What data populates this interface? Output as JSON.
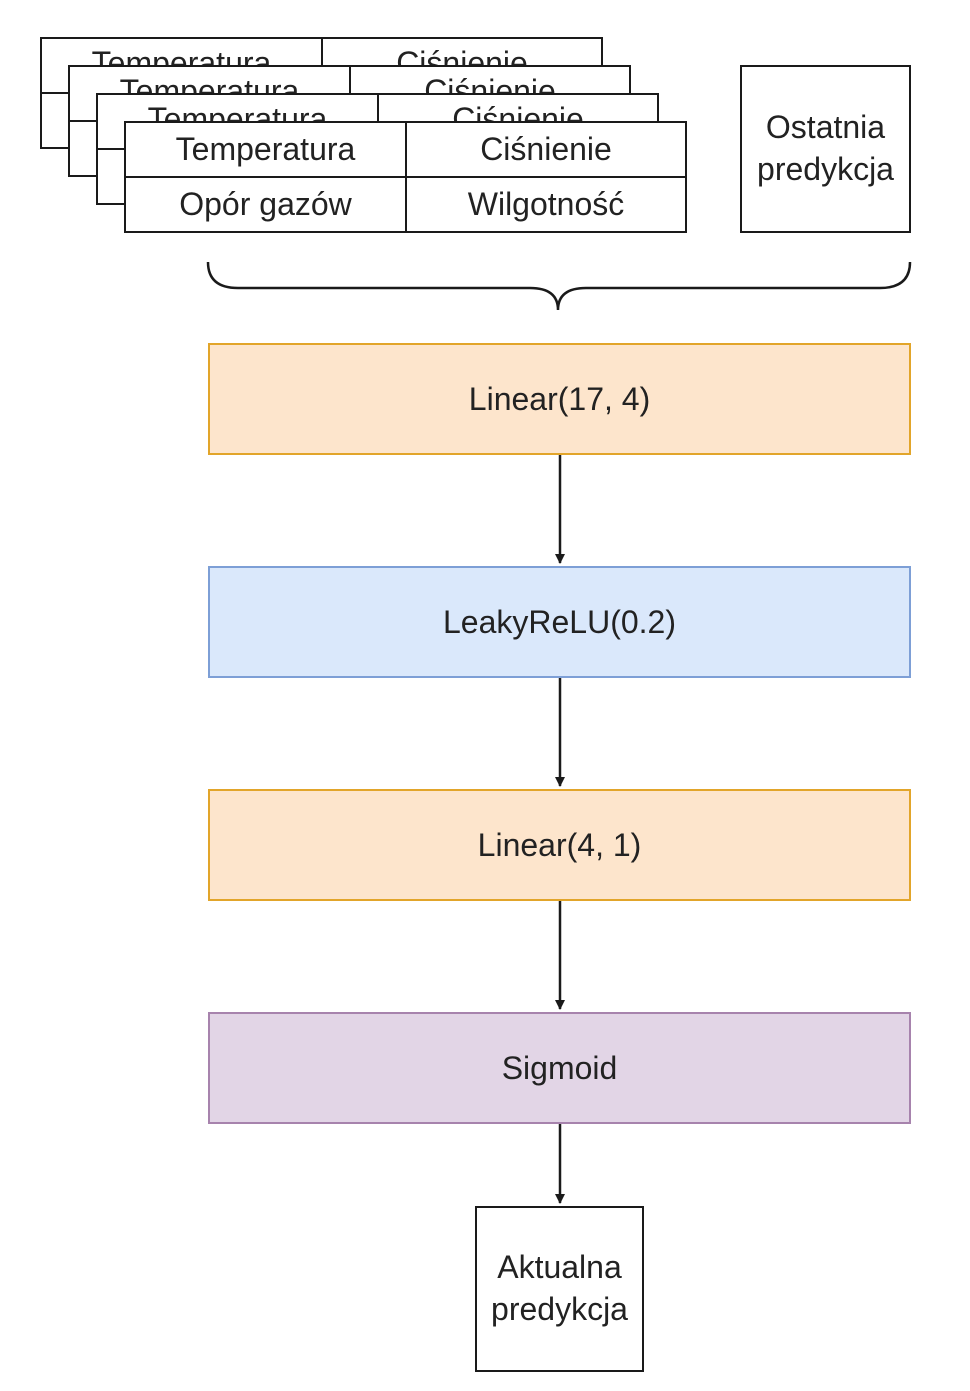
{
  "input_window": {
    "feature_labels": {
      "temperature": "Temperatura",
      "pressure": "Ciśnienie",
      "gas_resistance": "Opór gazów",
      "humidity": "Wilgotność"
    }
  },
  "previous_prediction": {
    "line1": "Ostatnia",
    "line2": "predykcja"
  },
  "layers": [
    {
      "label": "Linear(17, 4)",
      "fill": "#fde5cc",
      "stroke": "#e2a52a"
    },
    {
      "label": "LeakyReLU(0.2)",
      "fill": "#dae8fb",
      "stroke": "#7d9fd6"
    },
    {
      "label": "Linear(4, 1)",
      "fill": "#fde5cc",
      "stroke": "#e2a52a"
    },
    {
      "label": "Sigmoid",
      "fill": "#e2d5e6",
      "stroke": "#a783ad"
    }
  ],
  "current_prediction": {
    "line1": "Aktualna",
    "line2": "predykcja"
  },
  "colors": {
    "line": "#1a1a1a",
    "background": "#ffffff"
  }
}
